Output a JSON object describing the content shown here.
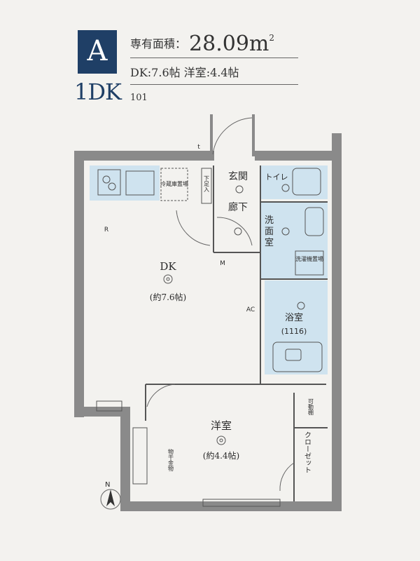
{
  "header": {
    "type_letter": "A",
    "layout_type": "1DK",
    "area_label": "専有面積：",
    "area_value": "28.09",
    "area_unit": "m",
    "area_sup": "2",
    "rooms_summary": "DK:7.6帖 洋室:4.4帖",
    "unit_number": "101"
  },
  "plan": {
    "dk_label": "DK",
    "dk_size": "(約7.6帖)",
    "western_label": "洋室",
    "western_size": "(約4.4帖)",
    "entrance_label": "玄関",
    "hallway_label": "廊下",
    "washroom_label": "洗\n面\n室",
    "bath_label": "浴室",
    "bath_size": "(1116)",
    "toilet_label": "トイレ",
    "fridge_label": "冷蔵庫置場",
    "washer_label": "洗濯機置場",
    "closet_label": "クローゼット",
    "movable_shelf_label": "可動棚",
    "shoe_box_label": "下足入",
    "storage_label": "物干金物",
    "ac_label": "AC",
    "m_label": "M",
    "r_label": "R",
    "t_label": "t",
    "north_label": "N"
  },
  "colors": {
    "badge": "#1f3f66",
    "wet_area": "#cfe3ef",
    "wall": "#8a8a8a"
  }
}
